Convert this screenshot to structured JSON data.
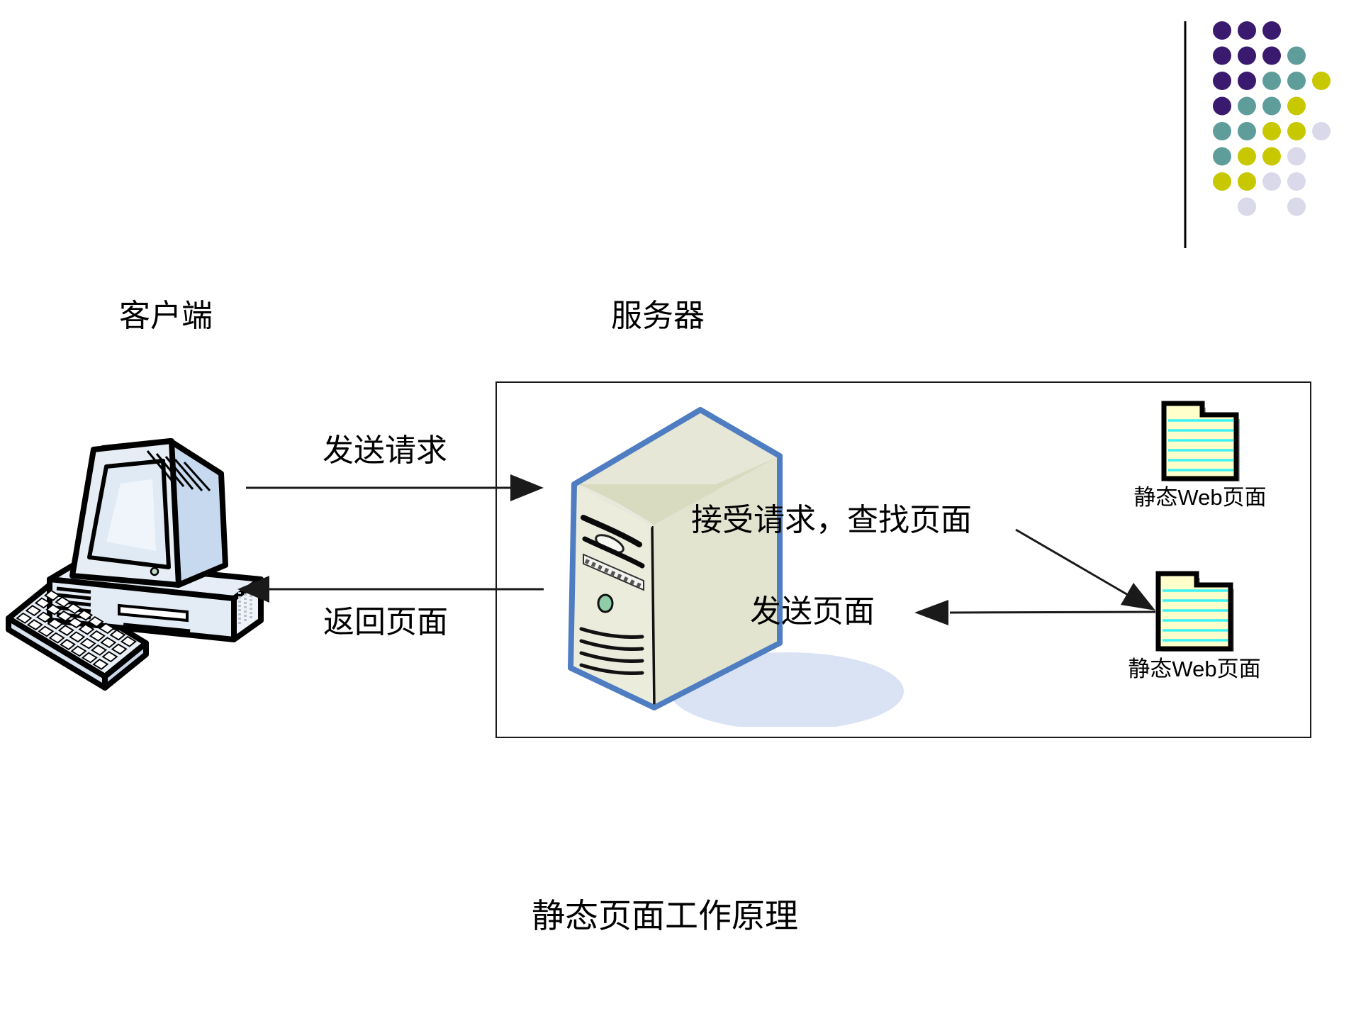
{
  "slide": {
    "background": "#ffffff",
    "title": "静态页面工作原理"
  },
  "nodes": {
    "client_label": "客户端",
    "server_label": "服务器",
    "file_top_label": "静态Web页面",
    "file_bottom_label": "静态Web页面"
  },
  "arrows": {
    "send_request": "发送请求",
    "return_page": "返回页面",
    "receive_and_find": "接受请求，查找页面",
    "send_page": "发送页面"
  },
  "icons": {
    "client": "desktop-computer-icon",
    "server": "server-tower-icon",
    "file": "document-file-icon"
  },
  "colors": {
    "box_border": "#1a1a1a",
    "server_outline": "#4f7dc2",
    "server_front": "#ececdd",
    "server_side": "#e3e4d0",
    "server_top": "#d9dbc1",
    "file_fill": "#ffffcc",
    "file_line": "#3df2f2",
    "shadow": "#dae3f3",
    "arrow": "#1a1a1a"
  },
  "decoration": {
    "dot_radius": 13,
    "dot_colors": {
      "P": "#3a1a6e",
      "T": "#5f9d9b",
      "Y": "#c8c800",
      "G": "#d9d9e9"
    },
    "dot_grid": [
      "PPP..",
      "PPPT.",
      "PPTTY",
      "PTTY.",
      "TTYYG",
      "TYYG.",
      "YYGG.",
      ".G.G."
    ]
  }
}
